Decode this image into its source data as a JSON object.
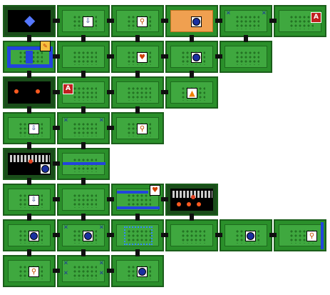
{
  "screen": {
    "background": "#ffffff"
  },
  "colors": {
    "room_wall": "#2a8f2a",
    "room_floor": "#3fa83f",
    "dark_room": "#000000",
    "water": "#2244dd",
    "item_box": "#ffffff",
    "accent_orange": "#f0a050"
  },
  "legend_icons": {
    "compass": "compass-icon",
    "bomb": "bomb-icon",
    "key": "key-icon",
    "stairs": "stairs-icon",
    "map": "map-icon",
    "heart": "heart-container-icon",
    "triforce": "triforce-icon"
  },
  "rooms": [
    {
      "row": 0,
      "col": 0,
      "type": "dark",
      "feature": "stairs-diamond"
    },
    {
      "row": 0,
      "col": 1,
      "item": "compass"
    },
    {
      "row": 0,
      "col": 2,
      "item": "key"
    },
    {
      "row": 0,
      "col": 3,
      "type": "orange",
      "item": "bomb"
    },
    {
      "row": 0,
      "col": 4,
      "marks": "N N"
    },
    {
      "row": 0,
      "col": 5,
      "letter": "A"
    },
    {
      "row": 1,
      "col": 0,
      "type": "water-ring",
      "item": "map"
    },
    {
      "row": 1,
      "col": 1
    },
    {
      "row": 1,
      "col": 2,
      "item": "heart"
    },
    {
      "row": 1,
      "col": 3,
      "item": "bomb"
    },
    {
      "row": 1,
      "col": 4
    },
    {
      "row": 2,
      "col": 0,
      "type": "dark",
      "enemies": 2
    },
    {
      "row": 2,
      "col": 1,
      "letter": "A"
    },
    {
      "row": 2,
      "col": 2
    },
    {
      "row": 2,
      "col": 3,
      "item": "triforce"
    },
    {
      "row": 3,
      "col": 0,
      "item": "compass"
    },
    {
      "row": 3,
      "col": 1,
      "marks": "N N"
    },
    {
      "row": 3,
      "col": 2,
      "item": "key"
    },
    {
      "row": 4,
      "col": 0,
      "type": "dark",
      "npc": true,
      "item": "bomb"
    },
    {
      "row": 4,
      "col": 1,
      "feature": "water-bar"
    },
    {
      "row": 5,
      "col": 0,
      "item": "compass"
    },
    {
      "row": 5,
      "col": 1
    },
    {
      "row": 5,
      "col": 2,
      "feature": "water-bars",
      "item": "heart"
    },
    {
      "row": 5,
      "col": 3,
      "type": "dark",
      "npc": true,
      "enemies": 3
    },
    {
      "row": 6,
      "col": 0,
      "item": "bomb"
    },
    {
      "row": 6,
      "col": 1,
      "item": "bomb",
      "marks": "N N"
    },
    {
      "row": 6,
      "col": 2,
      "feature": "water-frame"
    },
    {
      "row": 6,
      "col": 3
    },
    {
      "row": 6,
      "col": 4,
      "item": "bomb"
    },
    {
      "row": 6,
      "col": 5,
      "item": "key",
      "feature": "water-vertical"
    },
    {
      "row": 7,
      "col": 0,
      "item": "key"
    },
    {
      "row": 7,
      "col": 1,
      "marks": "N N N N"
    },
    {
      "row": 7,
      "col": 2,
      "item": "bomb"
    }
  ]
}
